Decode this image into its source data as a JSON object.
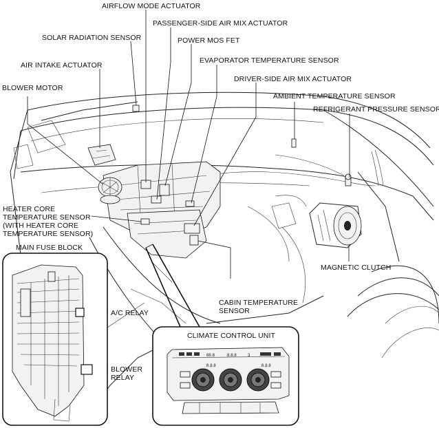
{
  "labels": {
    "airflow_mode_actuator": "AIRFLOW MODE ACTUATOR",
    "passenger_air_mix": "PASSENGER-SIDE AIR MIX ACTUATOR",
    "solar_radiation_sensor": "SOLAR RADIATION SENSOR",
    "power_mos_fet": "POWER MOS FET",
    "evaporator_temp_sensor": "EVAPORATOR TEMPERATURE SENSOR",
    "air_intake_actuator": "AIR INTAKE ACTUATOR",
    "driver_air_mix": "DRIVER-SIDE AIR MIX ACTUATOR",
    "blower_motor": "BLOWER MOTOR",
    "ambient_temp_sensor": "AMBIENT TEMPERATURE SENSOR",
    "refrigerant_pressure_sensor": "REFRIGERANT PRESSURE SENSOR",
    "heater_core_line1": "HEATER CORE",
    "heater_core_line2": "TEMPERATURE SENSOR",
    "heater_core_line3": "(WITH HEATER CORE",
    "heater_core_line4": "TEMPERATURE SENSOR)",
    "main_fuse_block": "MAIN FUSE BLOCK",
    "magnetic_clutch": "MAGNETIC CLUTCH",
    "ac_relay": "A/C RELAY",
    "cabin_temp_line1": "CABIN TEMPERATURE",
    "cabin_temp_line2": "SENSOR",
    "climate_control_unit": "CLIMATE CONTROL UNIT",
    "blower_relay_line1": "BLOWER",
    "blower_relay_line2": "RELAY"
  },
  "panel_display": {
    "left_readout": "88.8",
    "mid_readout": "8.8.8",
    "right_readout": "3",
    "left_small": "8.8.8",
    "right_small": "8.8.8"
  }
}
